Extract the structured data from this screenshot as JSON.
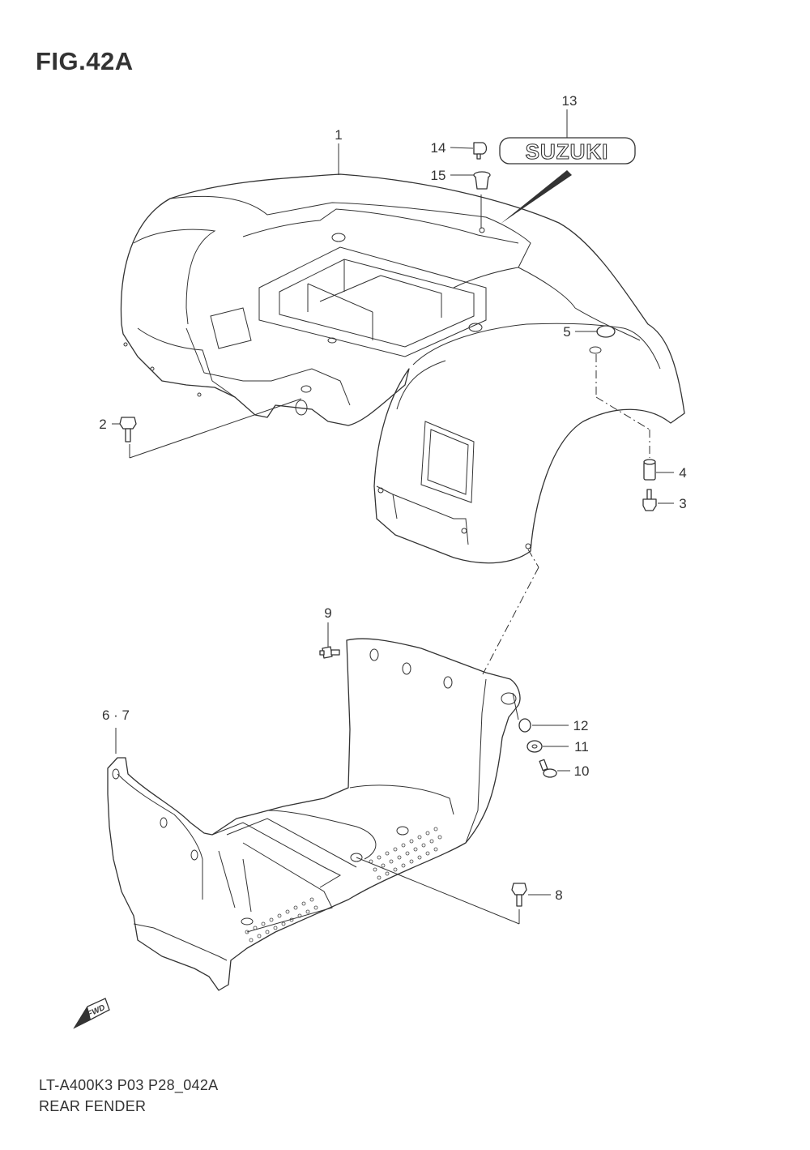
{
  "figure": {
    "title": "FIG.42A"
  },
  "callouts": [
    {
      "id": "1",
      "label": "1"
    },
    {
      "id": "2",
      "label": "2"
    },
    {
      "id": "3",
      "label": "3"
    },
    {
      "id": "4",
      "label": "4"
    },
    {
      "id": "5",
      "label": "5"
    },
    {
      "id": "6-7",
      "label": "6 · 7"
    },
    {
      "id": "8",
      "label": "8"
    },
    {
      "id": "9",
      "label": "9"
    },
    {
      "id": "10",
      "label": "10"
    },
    {
      "id": "11",
      "label": "11"
    },
    {
      "id": "12",
      "label": "12"
    },
    {
      "id": "13",
      "label": "13"
    },
    {
      "id": "14",
      "label": "14"
    },
    {
      "id": "15",
      "label": "15"
    }
  ],
  "emblem": {
    "text": "SUZUKI"
  },
  "direction_mark": {
    "text": "FWD"
  },
  "footer": {
    "code": "LT-A400K3 P03 P28_042A",
    "name": "REAR FENDER"
  }
}
